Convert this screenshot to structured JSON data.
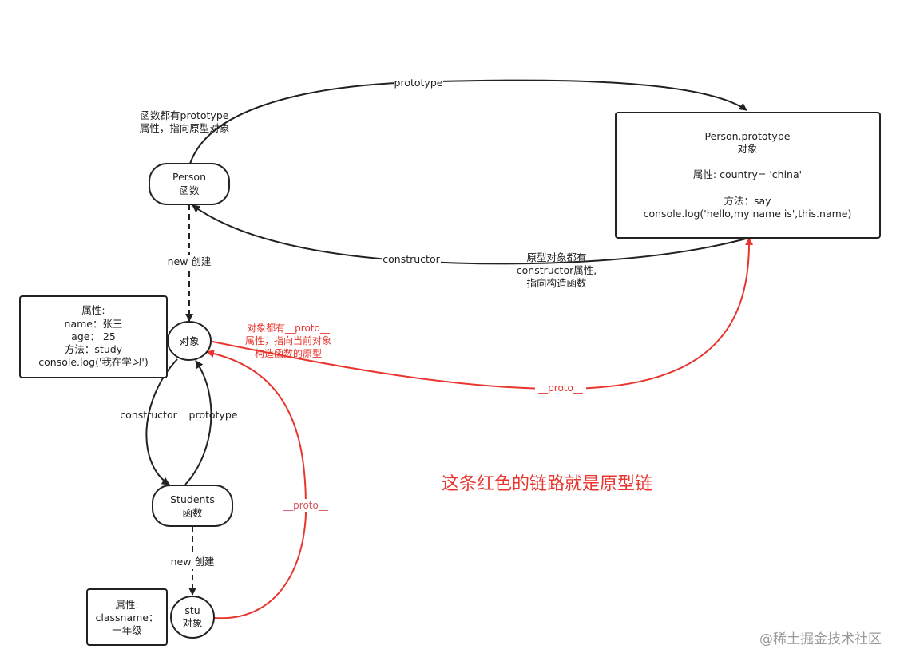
{
  "nodes": {
    "person": {
      "line1": "Person",
      "line2": "函数"
    },
    "prototype_box": {
      "line1": "Person.prototype",
      "line2": "对象",
      "line3": "属性: country= 'china'",
      "line4": "方法：say",
      "line5": "console.log('hello,my name is',this.name)"
    },
    "obj": {
      "line1": "对象"
    },
    "obj_props": {
      "line1": "属性:",
      "line2": "name：张三",
      "line3": "age：  25",
      "line4": "方法：study",
      "line5": "console.log('我在学习')"
    },
    "students": {
      "line1": "Students",
      "line2": "函数"
    },
    "stu": {
      "line1": "stu",
      "line2": "对象"
    },
    "stu_props": {
      "line1": "属性:",
      "line2": "classname：",
      "line3": "一年级"
    }
  },
  "edges": {
    "prototype_top": "prototype",
    "note_func": {
      "line1": "函数都有prototype",
      "line2": "属性，指向原型对象"
    },
    "constructor_mid": "constructor",
    "note_proto": {
      "line1": "原型对象都有",
      "line2": "constructor属性,",
      "line3": "指向构造函数"
    },
    "new_create_1": "new 创建",
    "constructor_left": "constructor",
    "prototype_left": "prototype",
    "new_create_2": "new 创建",
    "note_obj": {
      "line1": "对象都有__proto__",
      "line2": "属性，指向当前对象",
      "line3": "构造函数的原型"
    },
    "proto_right": "__proto__",
    "proto_stu": "__proto__"
  },
  "caption": "这条红色的链路就是原型链",
  "watermark": "@稀土掘金技术社区",
  "colors": {
    "black": "#222222",
    "red": "#e8362f",
    "pink": "#d9535d",
    "watermark": "#9a9a9a"
  }
}
